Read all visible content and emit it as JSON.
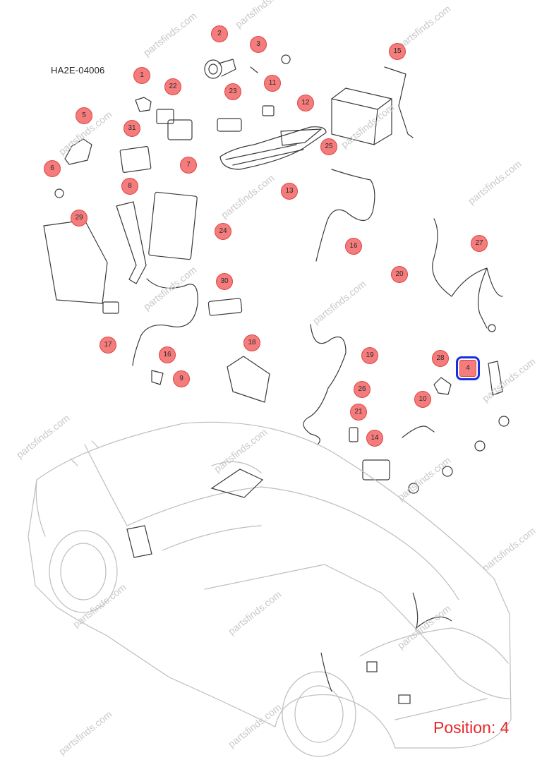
{
  "diagram_code": "HA2E-04006",
  "position_label": "Position: 4",
  "watermark_text": "partsfinds.com",
  "accent_color": "#f47c7c",
  "selected_color": "#1630e0",
  "selected_part": "4",
  "callouts": [
    "2",
    "3",
    "15",
    "1",
    "22",
    "23",
    "11",
    "12",
    "5",
    "31",
    "25",
    "6",
    "7",
    "13",
    "8",
    "29",
    "24",
    "16",
    "27",
    "20",
    "30",
    "17",
    "16",
    "18",
    "19",
    "28",
    "4",
    "9",
    "26",
    "10",
    "21",
    "14"
  ]
}
